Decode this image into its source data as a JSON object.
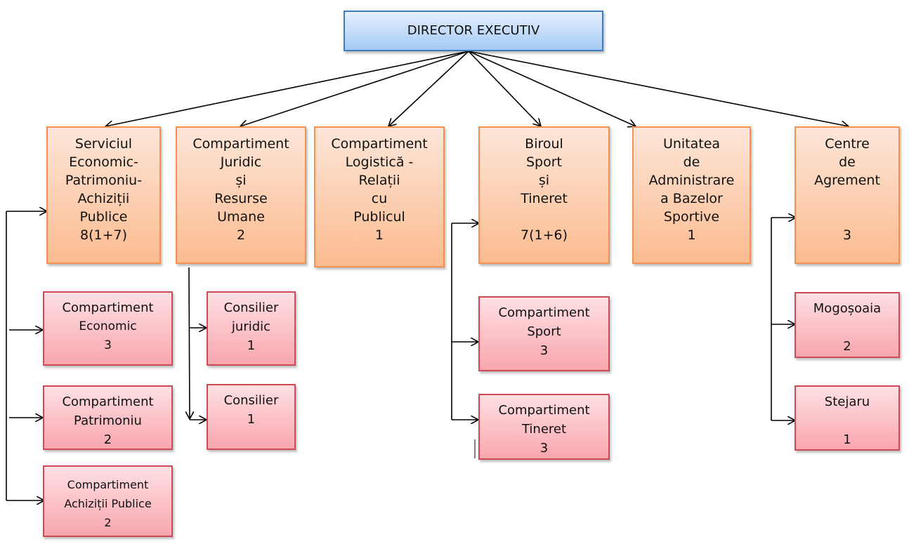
{
  "title": "Organigramă",
  "director": {
    "lines": [
      "DIRECTOR EXECUTIV"
    ]
  },
  "departments": [
    {
      "id": "economic",
      "lines": [
        "Serviciul",
        "Economic-",
        "Patrimoniu-",
        "Achiziții",
        "Publice",
        "8(1+7)"
      ]
    },
    {
      "id": "juridic",
      "lines": [
        "Compartiment",
        "Juridic",
        "și",
        "Resurse",
        "Umane",
        "2"
      ]
    },
    {
      "id": "logistica",
      "lines": [
        "Compartiment",
        "Logistică -",
        "Relații",
        "cu",
        "Publicul",
        "1"
      ]
    },
    {
      "id": "sport",
      "lines": [
        "Biroul",
        "Sport",
        "și",
        "Tineret",
        "",
        "7(1+6)"
      ]
    },
    {
      "id": "baze",
      "lines": [
        "Unitatea",
        "de",
        "Administrare",
        "a Bazelor",
        "Sportive",
        "1"
      ]
    },
    {
      "id": "agrement",
      "lines": [
        "Centre",
        "de",
        "Agrement",
        "",
        "",
        "3"
      ]
    }
  ],
  "subunits": [
    {
      "id": "comp-economic",
      "parent": "economic",
      "lines": [
        "Compartiment",
        "Economic",
        "3"
      ]
    },
    {
      "id": "comp-patrimoniu",
      "parent": "economic",
      "lines": [
        "Compartiment",
        "Patrimoniu",
        "2"
      ]
    },
    {
      "id": "comp-achizitii",
      "parent": "economic",
      "lines": [
        "Compartiment",
        "Achiziții Publice",
        "2"
      ]
    },
    {
      "id": "consilier-juridic",
      "parent": "juridic",
      "lines": [
        "Consilier",
        "juridic",
        "1"
      ]
    },
    {
      "id": "consilier",
      "parent": "juridic",
      "lines": [
        "Consilier",
        "1"
      ]
    },
    {
      "id": "comp-sport",
      "parent": "sport",
      "lines": [
        "Compartiment",
        "Sport",
        "3"
      ]
    },
    {
      "id": "comp-tineret",
      "parent": "sport",
      "lines": [
        "Compartiment",
        "Tineret",
        "3"
      ]
    },
    {
      "id": "mogosoaia",
      "parent": "agrement",
      "lines": [
        "Mogoșoaia",
        "",
        "2"
      ]
    },
    {
      "id": "stejaru",
      "parent": "agrement",
      "lines": [
        "Stejaru",
        "",
        "1"
      ]
    }
  ],
  "colors": {
    "director_border": "#3f7cbf",
    "department_border": "#f49150",
    "subunit_border": "#cf4a55",
    "connector": "#000000"
  }
}
